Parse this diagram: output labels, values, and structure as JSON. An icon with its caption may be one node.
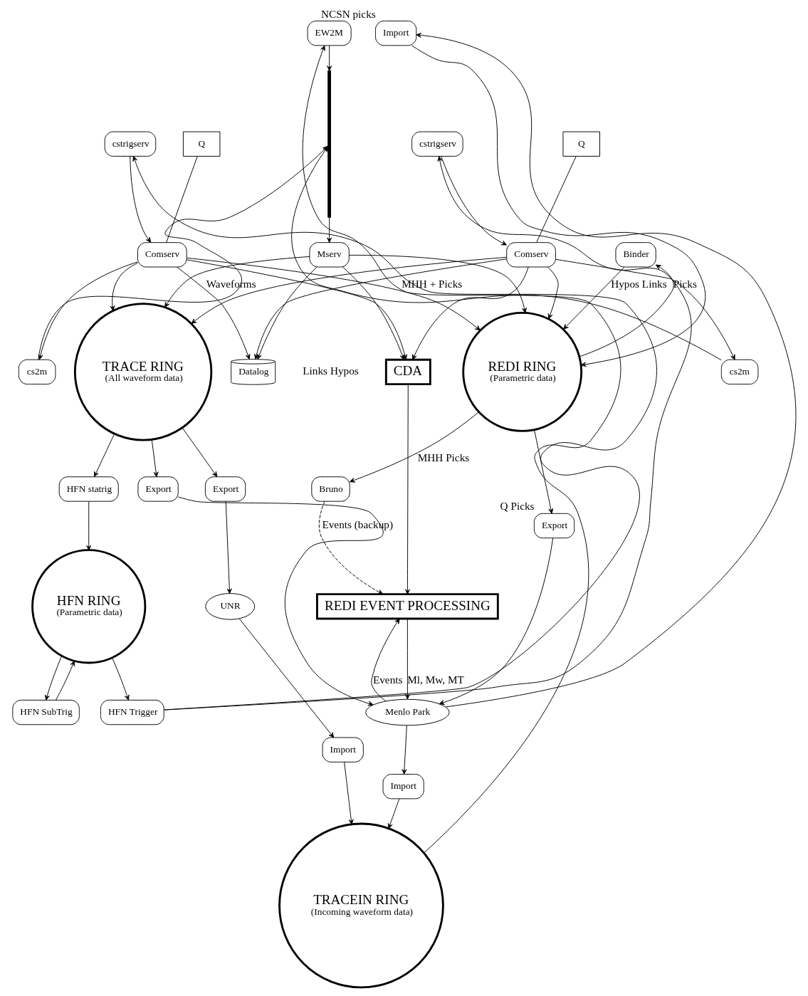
{
  "diagram": {
    "nodes": [
      {
        "text": [
          "Q"
        ]
      },
      {
        "text": [
          "Comserv"
        ]
      },
      {
        "text": [
          "cstrigserv"
        ]
      },
      {
        "text": [
          "cs2m"
        ]
      },
      {
        "text": [
          "Q"
        ]
      },
      {
        "text": [
          "Comserv"
        ]
      },
      {
        "text": [
          "cstrigserv"
        ]
      },
      {
        "text": [
          "cs2m"
        ]
      },
      {
        "text": [
          "Mserv"
        ]
      },
      {
        "text": [
          "Datalog"
        ]
      },
      {
        "text": [
          "CDA"
        ]
      },
      {
        "text": [
          "Binder"
        ]
      },
      {
        "text": [
          "REDI RING",
          "(Parametric data)"
        ]
      },
      {
        "text": [
          "Export"
        ],
        "beside": [
          "Q Picks"
        ]
      },
      {
        "text": [
          "Import"
        ],
        "beside": [
          "NCSN picks"
        ]
      },
      {
        "text": [
          "Bruno"
        ]
      },
      {
        "text": [
          "Menlo Park"
        ]
      },
      {
        "text": [
          "REDI EVENT PROCESSING"
        ]
      },
      {
        "text": [
          "TRACE RING",
          "(All waveform data)"
        ]
      },
      {
        "text": [
          "Export"
        ]
      },
      {
        "text": [
          "Export"
        ]
      },
      {
        "text": [
          "HFN statrig"
        ]
      },
      {
        "text": [
          "HFN SubTrig"
        ]
      },
      {
        "text": [
          "HFN RING",
          "(Parametric data)"
        ]
      },
      {
        "text": [
          "UNR"
        ]
      },
      {
        "text": [
          "HFN Trigger"
        ]
      },
      {
        "text": [
          "EW2M"
        ]
      },
      {
        "text": [
          "TRACEIN RING",
          "(Incoming waveform data)"
        ]
      },
      {
        "text": [
          "Import"
        ]
      },
      {
        "text": [
          "Import"
        ]
      },
      {
        "text": [],
        "shape": "bar"
      }
    ],
    "edges": [
      {
        "from": 0,
        "to": 1,
        "arrow": "none"
      },
      {
        "from": 2,
        "to": 1,
        "arrow": "to"
      },
      {
        "from": 1,
        "to": 3,
        "arrow": "to"
      },
      {
        "from": 3,
        "to": 30,
        "arrow": "to"
      },
      {
        "from": 4,
        "to": 5,
        "arrow": "none"
      },
      {
        "from": 6,
        "to": 5,
        "arrow": "to"
      },
      {
        "from": 5,
        "to": 7,
        "arrow": "to"
      },
      {
        "from": 7,
        "to": 30,
        "arrow": "to"
      },
      {
        "from": 30,
        "to": 8,
        "arrow": "to"
      },
      {
        "from": 1,
        "to": 12,
        "arrow": "to",
        "label": "MHH + Picks"
      },
      {
        "from": 5,
        "to": 12,
        "arrow": "to"
      },
      {
        "from": 8,
        "to": 12,
        "arrow": "to"
      },
      {
        "from": 1,
        "to": 18,
        "arrow": "to"
      },
      {
        "from": 5,
        "to": 18,
        "arrow": "to"
      },
      {
        "from": 8,
        "to": 18,
        "arrow": "to"
      },
      {
        "from": 1,
        "to": 10,
        "arrow": "to"
      },
      {
        "from": 5,
        "to": 10,
        "arrow": "to"
      },
      {
        "from": 8,
        "to": 10,
        "arrow": "to"
      },
      {
        "from": 1,
        "to": 9,
        "arrow": "to",
        "label": "Waveforms"
      },
      {
        "from": 5,
        "to": 9,
        "arrow": "to"
      },
      {
        "from": 8,
        "to": 9,
        "arrow": "to"
      },
      {
        "from": 11,
        "to": 12,
        "arrow": "to",
        "label": "Hypos Links"
      },
      {
        "from": 12,
        "to": 11,
        "arrow": "to",
        "label": "Picks"
      },
      {
        "from": 12,
        "to": 13,
        "arrow": "to"
      },
      {
        "from": 14,
        "to": 12,
        "arrow": "to"
      },
      {
        "from": 13,
        "to": 16,
        "arrow": "to"
      },
      {
        "from": 16,
        "to": 14,
        "arrow": "to"
      },
      {
        "from": 12,
        "to": 15,
        "arrow": "to",
        "label": "MHH Picks"
      },
      {
        "from": 15,
        "to": 17,
        "arrow": "to",
        "style": "dashed",
        "label": "Events (backup)"
      },
      {
        "from": 10,
        "to": 17,
        "arrow": "to"
      },
      {
        "from": 17,
        "to": 16,
        "arrow": "to",
        "label": "Ml, Mw, MT"
      },
      {
        "from": 16,
        "to": 17,
        "arrow": "to",
        "label": "Events"
      },
      {
        "from": 18,
        "to": 19,
        "arrow": "to"
      },
      {
        "from": 19,
        "to": 16,
        "arrow": "to"
      },
      {
        "from": 18,
        "to": 20,
        "arrow": "to"
      },
      {
        "from": 20,
        "to": 24,
        "arrow": "to"
      },
      {
        "from": 18,
        "to": 21,
        "arrow": "to"
      },
      {
        "from": 21,
        "to": 23,
        "arrow": "to"
      },
      {
        "from": 23,
        "to": 22,
        "arrow": "to"
      },
      {
        "from": 22,
        "to": 23,
        "arrow": "to"
      },
      {
        "from": 23,
        "to": 25,
        "arrow": "to"
      },
      {
        "from": 25,
        "to": 2,
        "arrow": "to"
      },
      {
        "from": 25,
        "to": 6,
        "arrow": "to"
      },
      {
        "from": 24,
        "to": 28,
        "arrow": "to"
      },
      {
        "from": 28,
        "to": 27,
        "arrow": "to"
      },
      {
        "from": 16,
        "to": 29,
        "arrow": "to"
      },
      {
        "from": 29,
        "to": 27,
        "arrow": "to"
      },
      {
        "from": 27,
        "to": 26,
        "arrow": "to"
      },
      {
        "from": 26,
        "to": 30,
        "arrow": "to"
      }
    ],
    "labels": [
      "Links Hypos"
    ]
  }
}
